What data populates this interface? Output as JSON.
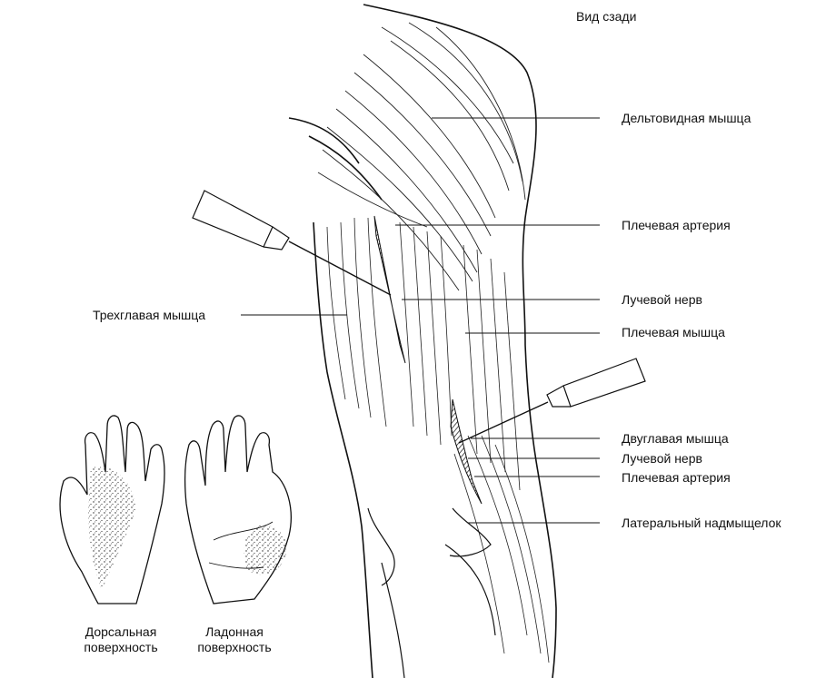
{
  "view_title": "Вид сзади",
  "labels": {
    "deltoid": "Дельтовидная мышца",
    "brachial_artery_top": "Плечевая артерия",
    "radial_nerve_top": "Лучевой нерв",
    "brachialis": "Плечевая мышца",
    "triceps": "Трехглавая мышца",
    "biceps": "Двуглавая мышца",
    "radial_nerve_bottom": "Лучевой нерв",
    "brachial_artery_bottom": "Плечевая артерия",
    "lateral_epicondyle": "Латеральный надмыщелок"
  },
  "hands": {
    "dorsal": {
      "line1": "Дорсальная",
      "line2": "поверхность"
    },
    "palmar": {
      "line1": "Ладонная",
      "line2": "поверхность"
    }
  }
}
